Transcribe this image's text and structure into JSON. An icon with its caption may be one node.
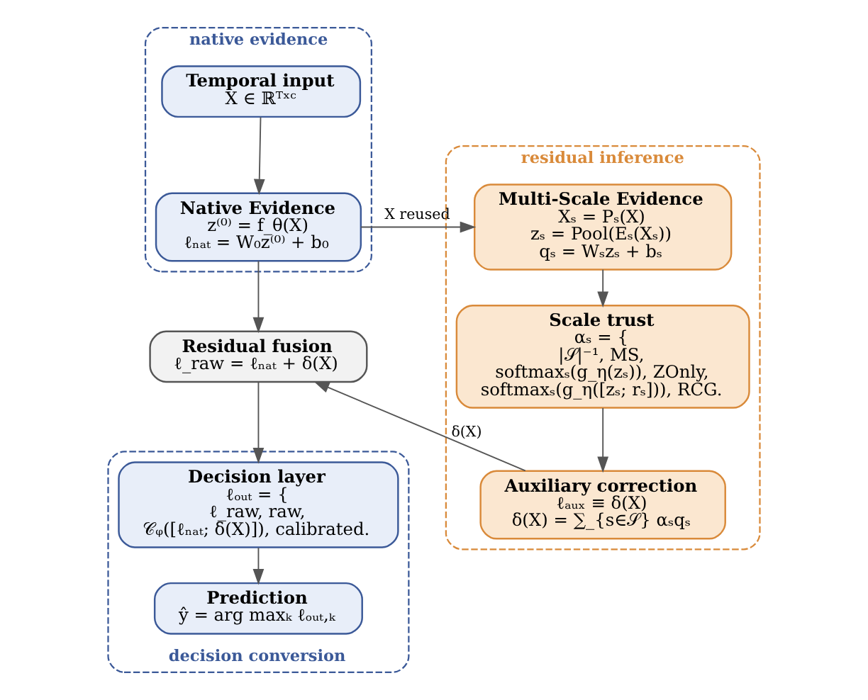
{
  "diagram": {
    "nodes": [
      {
        "text": [
          "native evidence"
        ]
      },
      {
        "text": [
          "Temporal input",
          "X ∈ ℝᵀˣᶜ"
        ],
        "in": 0
      },
      {
        "text": [
          "Native Evidence",
          "z⁽⁰⁾ = f_θ(X)",
          "ℓₙₐₜ = W₀z⁽⁰⁾ + b₀"
        ],
        "in": 0
      },
      {
        "text": [
          "residual inference"
        ]
      },
      {
        "text": [
          "Multi-Scale Evidence",
          "Xₛ = Pₛ(X)",
          "zₛ = Pool(Eₛ(Xₛ))",
          "qₛ = Wₛzₛ + bₛ"
        ],
        "in": 3
      },
      {
        "text": [
          "Scale trust",
          "αₛ = {",
          "|𝒮|⁻¹, MS,",
          "softmaxₛ(g_η(zₛ)), ZOnly,",
          "softmaxₛ(g_η([zₛ; rₛ])), RCG."
        ],
        "in": 3
      },
      {
        "text": [
          "Auxiliary correction",
          "ℓₐᵤₓ ≡ δ(X)",
          "δ(X) = ∑_{s∈𝒮} αₛqₛ"
        ],
        "in": 3
      },
      {
        "text": [
          "Residual fusion",
          "ℓ_raw = ℓₙₐₜ + δ(X)"
        ]
      },
      {
        "text": [
          "decision conversion"
        ]
      },
      {
        "text": [
          "Decision layer",
          "ℓₒᵤₜ = {",
          "ℓ_raw, raw,",
          "𝒞ᵩ([ℓₙₐₜ; δ(X)]), calibrated."
        ],
        "in": 8
      },
      {
        "text": [
          "Prediction",
          "ŷ = arg maxₖ ℓₒᵤₜ,ₖ"
        ],
        "in": 8
      }
    ],
    "edges": [
      {
        "from": 1,
        "to": 2,
        "arrow": "to"
      },
      {
        "from": 2,
        "to": 4,
        "arrow": "to",
        "label": "X reused"
      },
      {
        "from": 4,
        "to": 5,
        "arrow": "to"
      },
      {
        "from": 5,
        "to": 6,
        "arrow": "to"
      },
      {
        "from": 6,
        "to": 7,
        "arrow": "to",
        "label": "δ(X)"
      },
      {
        "from": 2,
        "to": 7,
        "arrow": "to"
      },
      {
        "from": 7,
        "to": 9,
        "arrow": "to"
      },
      {
        "from": 9,
        "to": 10,
        "arrow": "to"
      }
    ]
  }
}
